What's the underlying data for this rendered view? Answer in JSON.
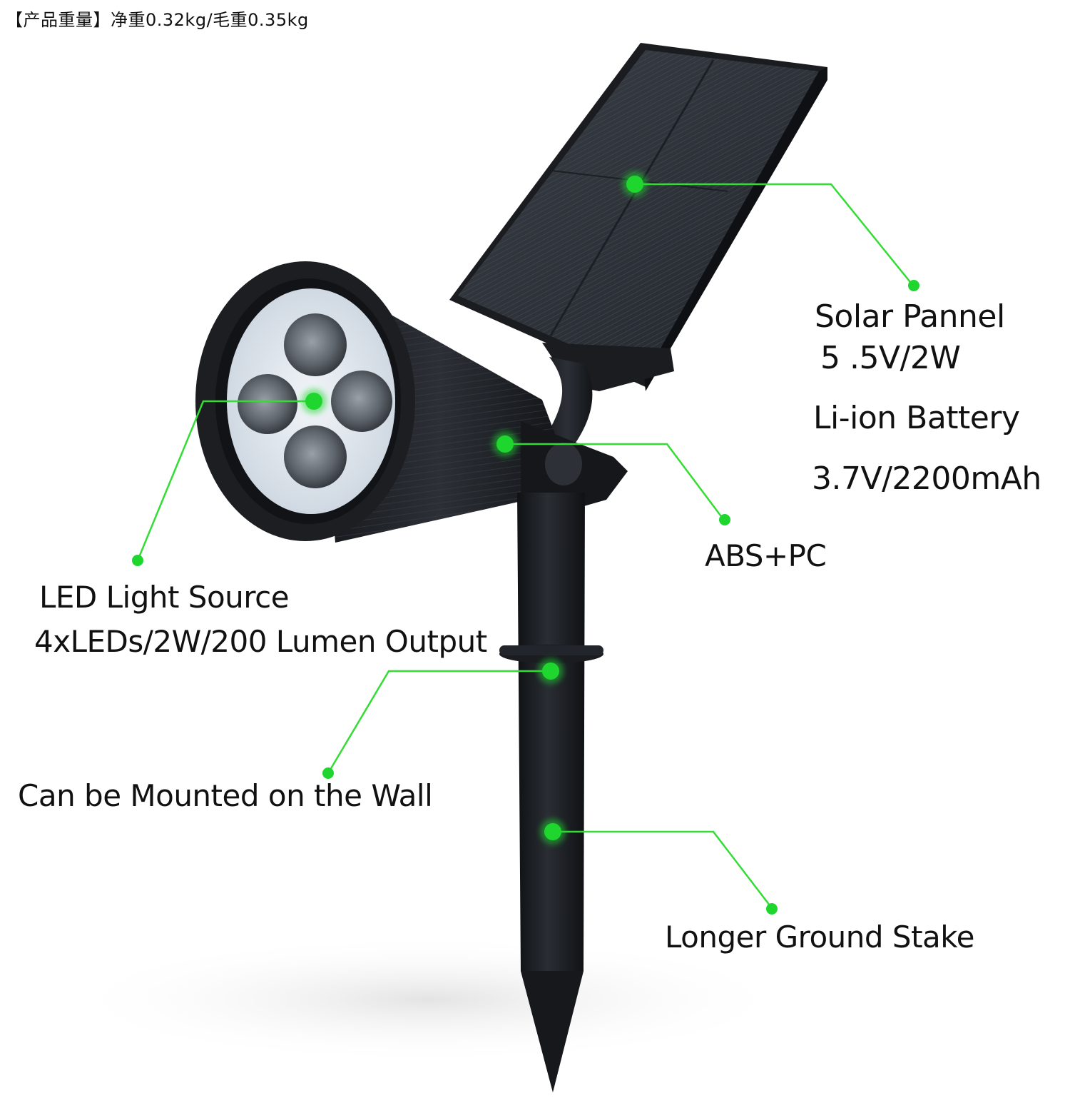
{
  "header": {
    "weight_text": "【产品重量】净重0.32kg/毛重0.35kg"
  },
  "labels": {
    "solar_title": "Solar Pannel",
    "solar_spec": "5 .5V/2W",
    "battery_title": "Li-ion Battery",
    "battery_spec": "3.7V/2200mAh",
    "material": "ABS+PC",
    "led_title": "LED Light Source",
    "led_spec": "4xLEDs/2W/200 Lumen Output",
    "wall": "Can be Mounted on the Wall",
    "stake": "Longer Ground Stake"
  },
  "colors": {
    "leader_line": "#33dd33",
    "dot": "#1fd62f",
    "product_body": "#1b1d22",
    "solar_cell": "#2b2f36",
    "led_face": "#dfe6ee"
  }
}
